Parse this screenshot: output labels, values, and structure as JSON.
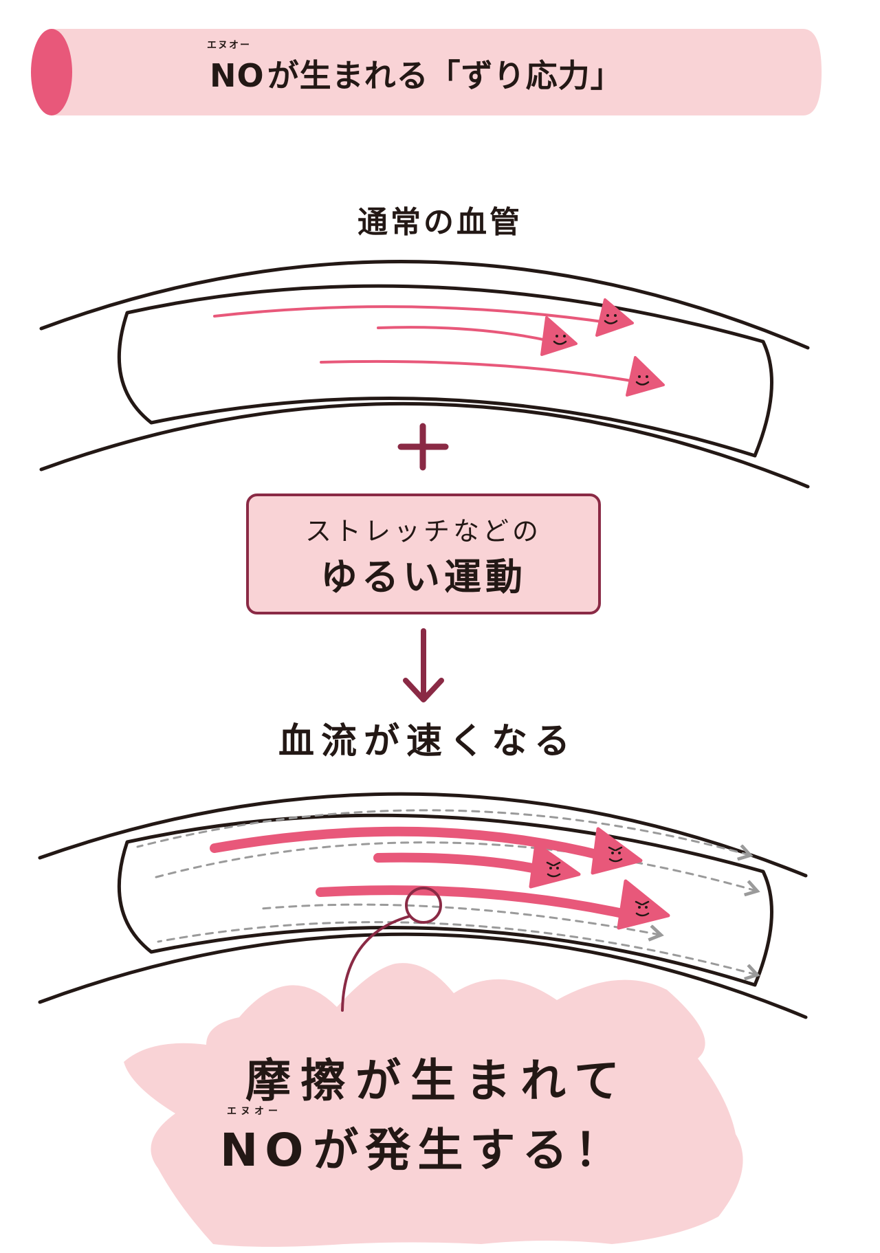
{
  "header": {
    "ruby": "エヌオー",
    "title_no": "NO",
    "title_rest": "が生まれる「ずり応力」"
  },
  "section_normal": {
    "label": "通常の血管"
  },
  "plus_symbol": "+",
  "exercise_box": {
    "line1": "ストレッチなどの",
    "line2": "ゆるい運動"
  },
  "result_label": "血流が速くなる",
  "conclusion": {
    "line1": "摩擦が生まれて",
    "ruby": "エヌオー",
    "line2_no": "NO",
    "line2_rest": "が発生する！"
  },
  "colors": {
    "accent": "#e8587a",
    "light_pink": "#f9d3d6",
    "dark_red": "#8a2a45",
    "ink": "#231815",
    "dash_gray": "#9a9a9a"
  }
}
